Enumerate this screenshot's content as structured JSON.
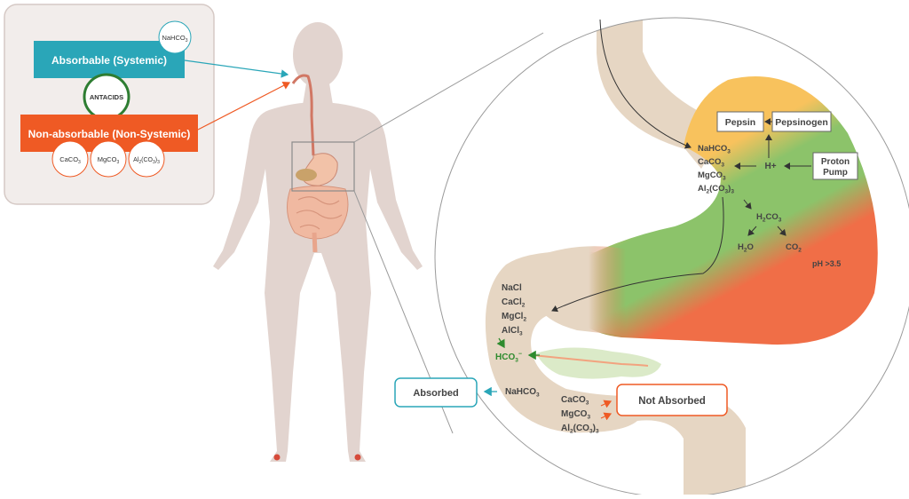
{
  "legend": {
    "absorbable": "Absorbable (Systemic)",
    "nonabsorbable": "Non-absorbable (Non-Systemic)",
    "antacids": "ANTACIDS",
    "nahco3": "NaHCO",
    "caco3": "CaCO",
    "mgco3": "MgCO",
    "al": "Al",
    "al_co3": "(CO",
    "sub2": "2",
    "sub3": "3",
    "close": ")"
  },
  "stomach": {
    "pepsin": "Pepsin",
    "pepsinogen": "Pepsinogen",
    "proton": "Proton",
    "pump": "Pump",
    "hplus": "H+",
    "h2co3_h": "H",
    "h2co3_co": "CO",
    "h2o_h": "H",
    "h2o_o": "O",
    "co2": "CO",
    "ph": "pH >3.5"
  },
  "duodenum": {
    "nacl": "NaCl",
    "cacl": "CaCl",
    "mgcl": "MgCl",
    "alcl": "AlCl",
    "hco3": "HCO",
    "hco3_sup": "−",
    "nahco3": "NaHCO",
    "caco3": "CaCO",
    "mgco3": "MgCO",
    "al": "Al",
    "al_co3": "(CO",
    "absorbed": "Absorbed",
    "not_absorbed": "Not Absorbed"
  },
  "colors": {
    "teal": "#2aa6b8",
    "orange": "#ef5a24",
    "green": "#2e8b2e",
    "body": "#e2d4cf",
    "gut_tan": "#e6d6c3",
    "acid_yellow": "#f8c25d",
    "neutral_green": "#8cc36a",
    "acid_red": "#f06e47"
  },
  "icons": [
    "arrow-icon",
    "body-silhouette",
    "stomach-illustration",
    "pancreas-illustration"
  ]
}
